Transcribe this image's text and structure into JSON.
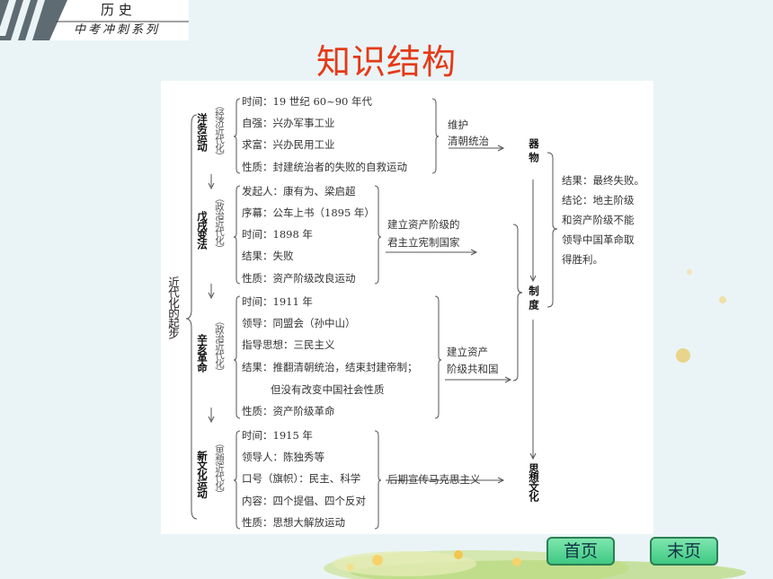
{
  "header": {
    "subject": "历 史",
    "series": "中考冲刺系列"
  },
  "title": "知识结构",
  "diagram": {
    "root": "近代化的起步",
    "branches": [
      {
        "name": "洋务运动",
        "aspect": "（经济近代化）",
        "items": [
          "时间：19 世纪 60~90 年代",
          "自强：兴办军事工业",
          "求富：兴办民用工业",
          "性质：封建统治者的失败的自救运动"
        ],
        "outcome": [
          "维护",
          "清朝统治"
        ]
      },
      {
        "name": "戊戌变法",
        "aspect": "（政治近代化）",
        "items": [
          "发起人：康有为、梁启超",
          "序幕：公车上书（1895 年）",
          "时间：1898 年",
          "结果：失败",
          "性质：资产阶级改良运动"
        ],
        "outcome": [
          "建立资产阶级的",
          "君主立宪制国家"
        ]
      },
      {
        "name": "辛亥革命",
        "aspect": "（政治近代化）",
        "items": [
          "时间：1911 年",
          "领导：同盟会（孙中山）",
          "指导思想：三民主义",
          "结果：推翻清朝统治，结束封建帝制；",
          "但没有改变中国社会性质",
          "性质：资产阶级革命"
        ],
        "outcome": [
          "建立资产",
          "阶级共和国"
        ]
      },
      {
        "name": "新文化运动",
        "aspect": "（思想近代化）",
        "items": [
          "时间：1915 年",
          "领导人：陈独秀等",
          "口号（旗帜）：民主、科学",
          "内容：四个提倡、四个反对",
          "性质：思想大解放运动"
        ],
        "outcome": [
          "后期宣传马克思主义"
        ]
      }
    ],
    "levels": [
      "器物",
      "制度",
      "思想文化"
    ],
    "conclusion": [
      "结果：最终失败。",
      "结论：地主阶级",
      "和资产阶级不能",
      "领导中国革命取",
      "得胜利。"
    ]
  },
  "nav": {
    "first": "首页",
    "last": "末页"
  }
}
